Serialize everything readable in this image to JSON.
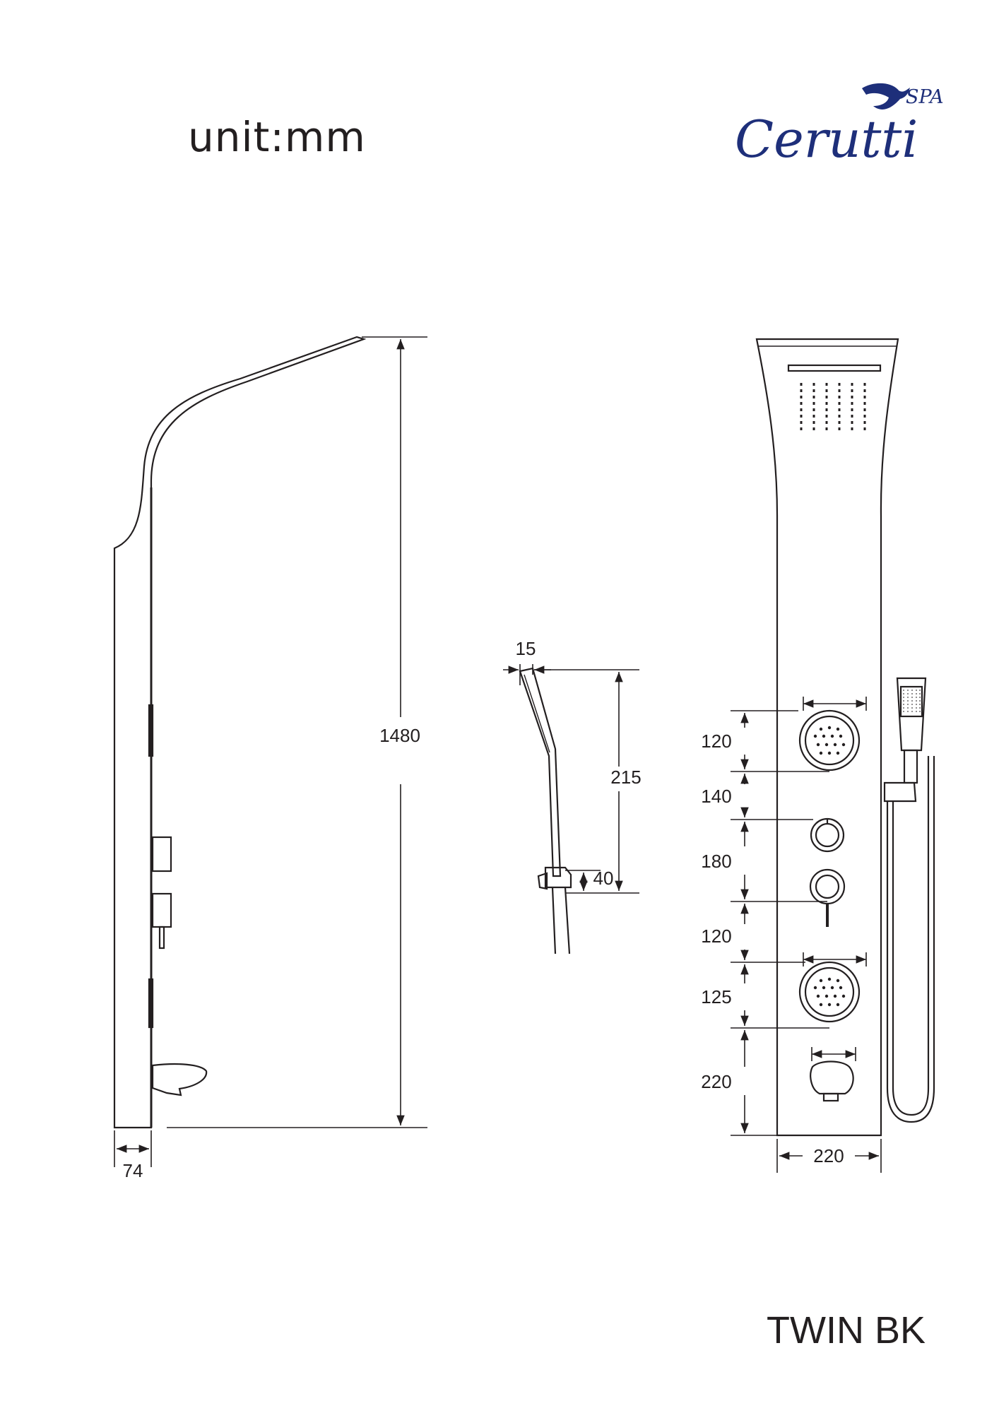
{
  "unit_label": "unit:mm",
  "model_label": "TWIN BK",
  "brand": {
    "name": "Cerutti",
    "suffix": "SPA",
    "color": "#1e2f7a"
  },
  "side_view": {
    "height": "1480",
    "depth": "74"
  },
  "hand_shower": {
    "thickness": "15",
    "length": "215",
    "holder": "40"
  },
  "front_view": {
    "spacings": [
      "120",
      "140",
      "180",
      "120",
      "125",
      "220"
    ],
    "width": "220"
  },
  "colors": {
    "line": "#231f20",
    "background": "#ffffff"
  }
}
